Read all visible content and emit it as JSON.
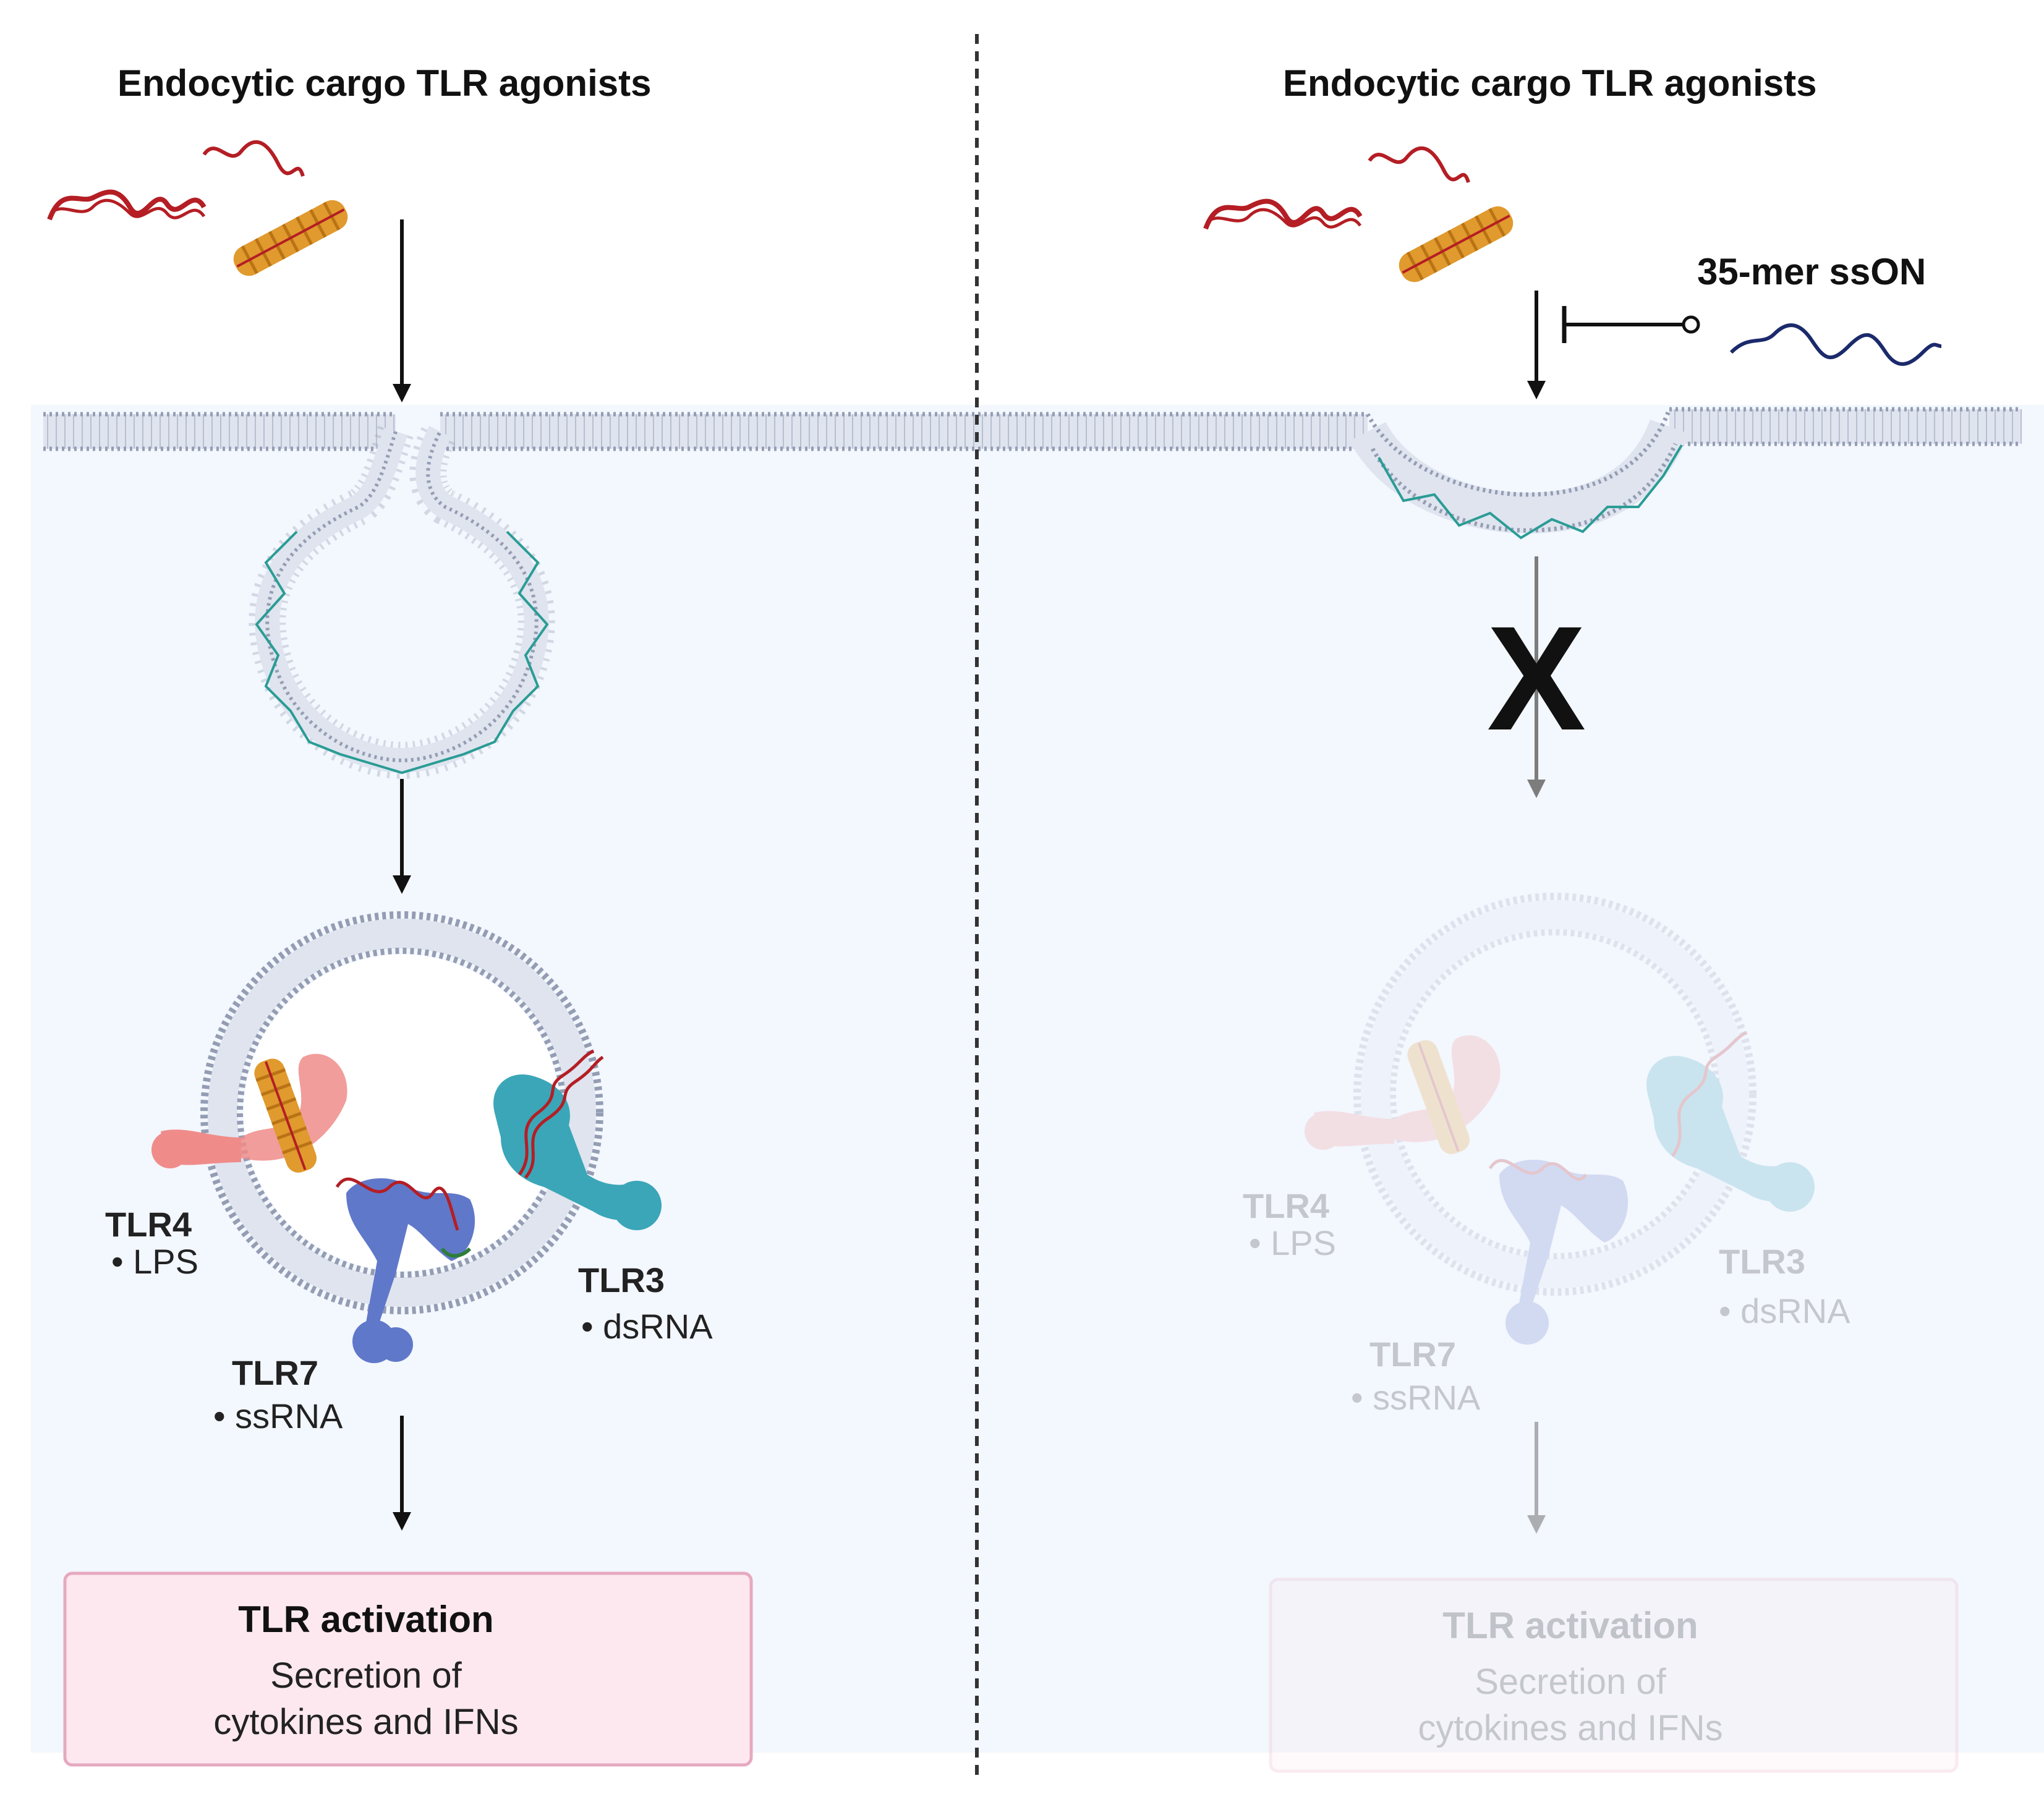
{
  "colors": {
    "cell_bg": "#f3f7fe",
    "membrane": "#a9b2c6",
    "membrane_head": "#949db3",
    "clathrin": "#2a9c95",
    "rna": "#b41e24",
    "lps": "#e09a2d",
    "tlr4": "#ef8c8a",
    "tlr7": "#5f78c9",
    "tlr3": "#3aa6b8",
    "box_fill": "#fde8ef",
    "box_border": "#e6a9bf",
    "ssON": "#1b2a6b"
  },
  "left": {
    "title": "Endocytic cargo TLR agonists",
    "tlr4": {
      "name": "TLR4",
      "ligand": "• LPS"
    },
    "tlr7": {
      "name": "TLR7",
      "ligand": "• ssRNA"
    },
    "tlr3": {
      "name": "TLR3",
      "ligand": "• dsRNA"
    },
    "box": {
      "title": "TLR activation",
      "line1": "Secretion of",
      "line2": "cytokines and  IFNs"
    }
  },
  "right": {
    "title": "Endocytic cargo TLR agonists",
    "inhibitor_label": "35-mer ssON",
    "block_mark": "X",
    "tlr4": {
      "name": "TLR4",
      "ligand": "• LPS"
    },
    "tlr7": {
      "name": "TLR7",
      "ligand": "• ssRNA"
    },
    "tlr3": {
      "name": "TLR3",
      "ligand": "• dsRNA"
    },
    "box": {
      "title": "TLR activation",
      "line1": "Secretion of",
      "line2": "cytokines and  IFNs"
    }
  }
}
